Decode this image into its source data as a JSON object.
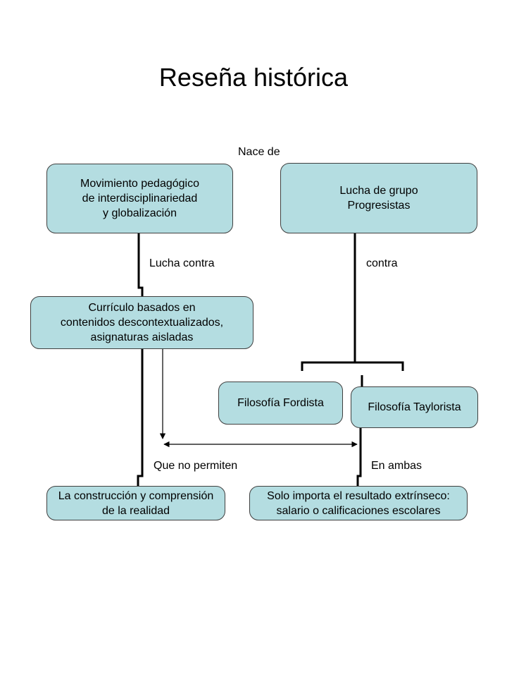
{
  "title": "Reseña histórica",
  "colors": {
    "box_fill": "#b4dde1",
    "line": "#000000"
  },
  "nodes": {
    "movimiento": {
      "lines": [
        "Movimiento pedagógico",
        "de interdisciplinariedad",
        "y globalización"
      ]
    },
    "lucha_grupo": {
      "lines": [
        "Lucha de grupo",
        "Progresistas"
      ]
    },
    "curriculo": {
      "lines": [
        "Currículo basados en",
        "contenidos descontextualizados,",
        "asignaturas aisladas"
      ]
    },
    "fordista": {
      "lines": [
        "Filosofía Fordista"
      ]
    },
    "taylorista": {
      "lines": [
        "Filosofía Taylorista"
      ]
    },
    "construccion": {
      "lines": [
        "La construcción y comprensión",
        "de la realidad"
      ]
    },
    "resultado": {
      "lines": [
        "Solo importa el resultado extrínseco:",
        "salario o calificaciones escolares"
      ]
    }
  },
  "labels": {
    "nace_de": "Nace de",
    "lucha_contra": "Lucha contra",
    "contra": "contra",
    "que_no_permiten": "Que no permiten",
    "en_ambas": "En ambas"
  }
}
